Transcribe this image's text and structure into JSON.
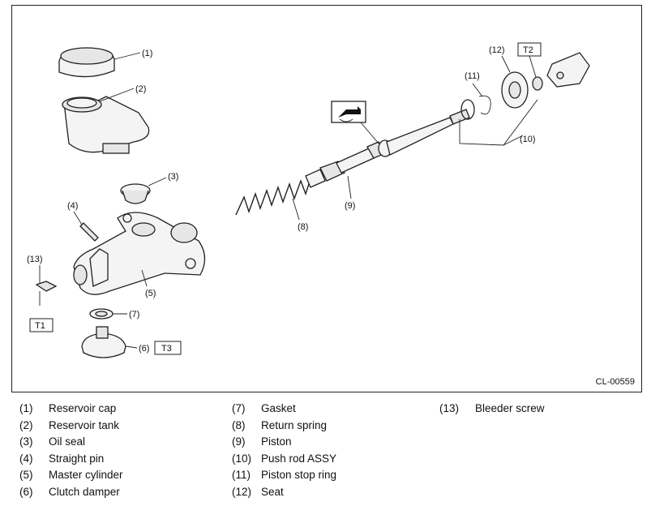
{
  "figure": {
    "code": "CL-00559",
    "callouts": [
      "(1)",
      "(2)",
      "(3)",
      "(4)",
      "(5)",
      "(6)",
      "(7)",
      "(8)",
      "(9)",
      "(10)",
      "(11)",
      "(12)",
      "(13)"
    ],
    "torque_labels": [
      "T1",
      "T2",
      "T3"
    ]
  },
  "legend": [
    {
      "num": "(1)",
      "text": "Reservoir cap"
    },
    {
      "num": "(2)",
      "text": "Reservoir tank"
    },
    {
      "num": "(3)",
      "text": "Oil seal"
    },
    {
      "num": "(4)",
      "text": "Straight pin"
    },
    {
      "num": "(5)",
      "text": "Master cylinder"
    },
    {
      "num": "(6)",
      "text": "Clutch damper"
    },
    {
      "num": "(7)",
      "text": "Gasket"
    },
    {
      "num": "(8)",
      "text": "Return spring"
    },
    {
      "num": "(9)",
      "text": "Piston"
    },
    {
      "num": "(10)",
      "text": "Push rod ASSY"
    },
    {
      "num": "(11)",
      "text": "Piston stop ring"
    },
    {
      "num": "(12)",
      "text": "Seat"
    },
    {
      "num": "(13)",
      "text": "Bleeder screw"
    }
  ]
}
